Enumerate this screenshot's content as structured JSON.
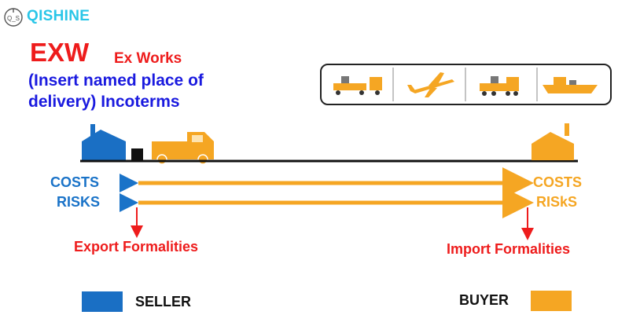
{
  "brand": {
    "name": "QISHINE",
    "logo_icon": "qishine-logo-icon"
  },
  "term": {
    "code": "EXW",
    "name": "Ex Works",
    "description": "(Insert named place of delivery) Incoterms"
  },
  "seller_side": {
    "costs_label": "COSTS",
    "risks_label": "RISKS",
    "formalities": "Export Formalities"
  },
  "buyer_side": {
    "costs_label": "COSTS",
    "risks_label": "RISkS",
    "formalities": "Import Formalities"
  },
  "transport_modes": [
    "truck-icon",
    "airplane-icon",
    "train-icon",
    "ship-icon"
  ],
  "legend": [
    {
      "label": "SELLER",
      "color": "#1a6fc4"
    },
    {
      "label": "BUYER",
      "color": "#f5a623"
    }
  ],
  "colors": {
    "seller": "#1a6fc4",
    "buyer": "#f5a623",
    "title_red": "#ee1c1c",
    "description_blue": "#1a1adf",
    "brand": "#29c6e8"
  }
}
